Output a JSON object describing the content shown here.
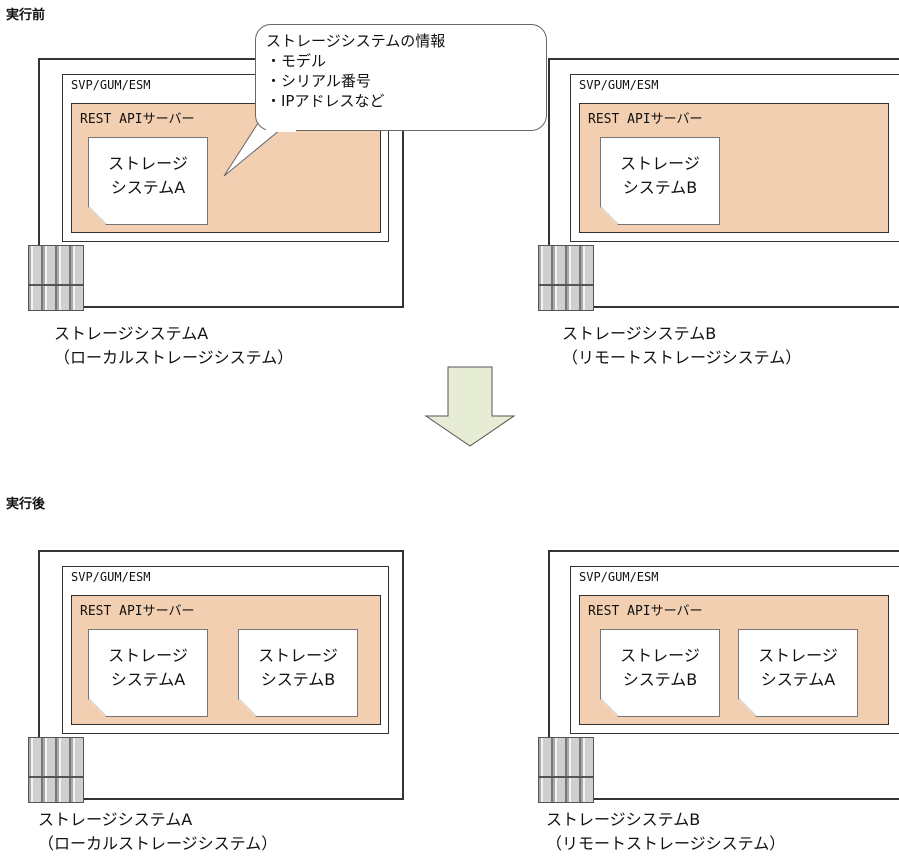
{
  "before": {
    "label": "実行前",
    "left": {
      "svp_label": "SVP/GUM/ESM",
      "rest_label": "REST APIサーバー",
      "docs": [
        "ストレージ\nシステムA"
      ],
      "caption": "ストレージシステムA\n（ローカルストレージシステム）"
    },
    "right": {
      "svp_label": "SVP/GUM/ESM",
      "rest_label": "REST APIサーバー",
      "docs": [
        "ストレージ\nシステムB"
      ],
      "caption": "ストレージシステムB\n（リモートストレージシステム）"
    },
    "callout": {
      "title": "ストレージシステムの情報",
      "items": [
        "・モデル",
        "・シリアル番号",
        "・IPアドレスなど"
      ]
    }
  },
  "after": {
    "label": "実行後",
    "left": {
      "svp_label": "SVP/GUM/ESM",
      "rest_label": "REST APIサーバー",
      "docs": [
        "ストレージ\nシステムA",
        "ストレージ\nシステムB"
      ],
      "caption": "ストレージシステムA\n（ローカルストレージシステム）"
    },
    "right": {
      "svp_label": "SVP/GUM/ESM",
      "rest_label": "REST APIサーバー",
      "docs": [
        "ストレージ\nシステムB",
        "ストレージ\nシステムA"
      ],
      "caption": "ストレージシステムB\n（リモートストレージシステム）"
    }
  },
  "colors": {
    "rest_fill": "#f2cfb1",
    "arrow_fill": "#e6edd4",
    "border": "#333333"
  }
}
